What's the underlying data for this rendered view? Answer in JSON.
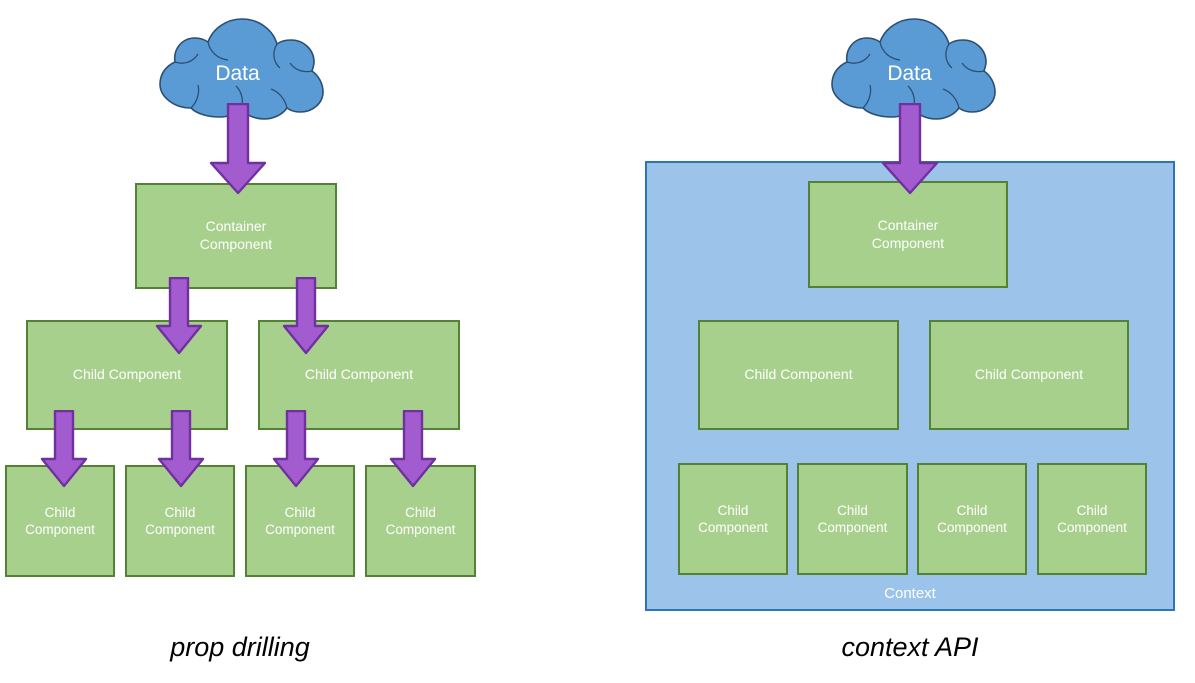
{
  "figure": {
    "title_left": "prop drilling",
    "title_right": "context API",
    "colors": {
      "box_fill": "#a8d08d",
      "box_border": "#548235",
      "cloud_fill": "#5b9bd5",
      "cloud_border": "#2c4f73",
      "arrow_fill": "#a35ccf",
      "arrow_border": "#7030a0",
      "context_fill": "#9cc3e9",
      "context_border": "#2e75b6",
      "label_text": "#ffffff",
      "caption_text": "#000000",
      "background": "#ffffff"
    }
  },
  "left": {
    "cloud_label": "Data",
    "container_label": "Container\nComponent",
    "mid_children": [
      {
        "label": "Child Component"
      },
      {
        "label": "Child Component"
      }
    ],
    "leaf_children": [
      {
        "label": "Child\nComponent"
      },
      {
        "label": "Child\nComponent"
      },
      {
        "label": "Child\nComponent"
      },
      {
        "label": "Child\nComponent"
      }
    ],
    "caption": "prop drilling",
    "arrow_count": 7
  },
  "right": {
    "cloud_label": "Data",
    "container_label": "Container\nComponent",
    "mid_children": [
      {
        "label": "Child Component"
      },
      {
        "label": "Child Component"
      }
    ],
    "leaf_children": [
      {
        "label": "Child\nComponent"
      },
      {
        "label": "Child\nComponent"
      },
      {
        "label": "Child\nComponent"
      },
      {
        "label": "Child\nComponent"
      }
    ],
    "context_label": "Context",
    "caption": "context API",
    "arrow_count": 1
  }
}
